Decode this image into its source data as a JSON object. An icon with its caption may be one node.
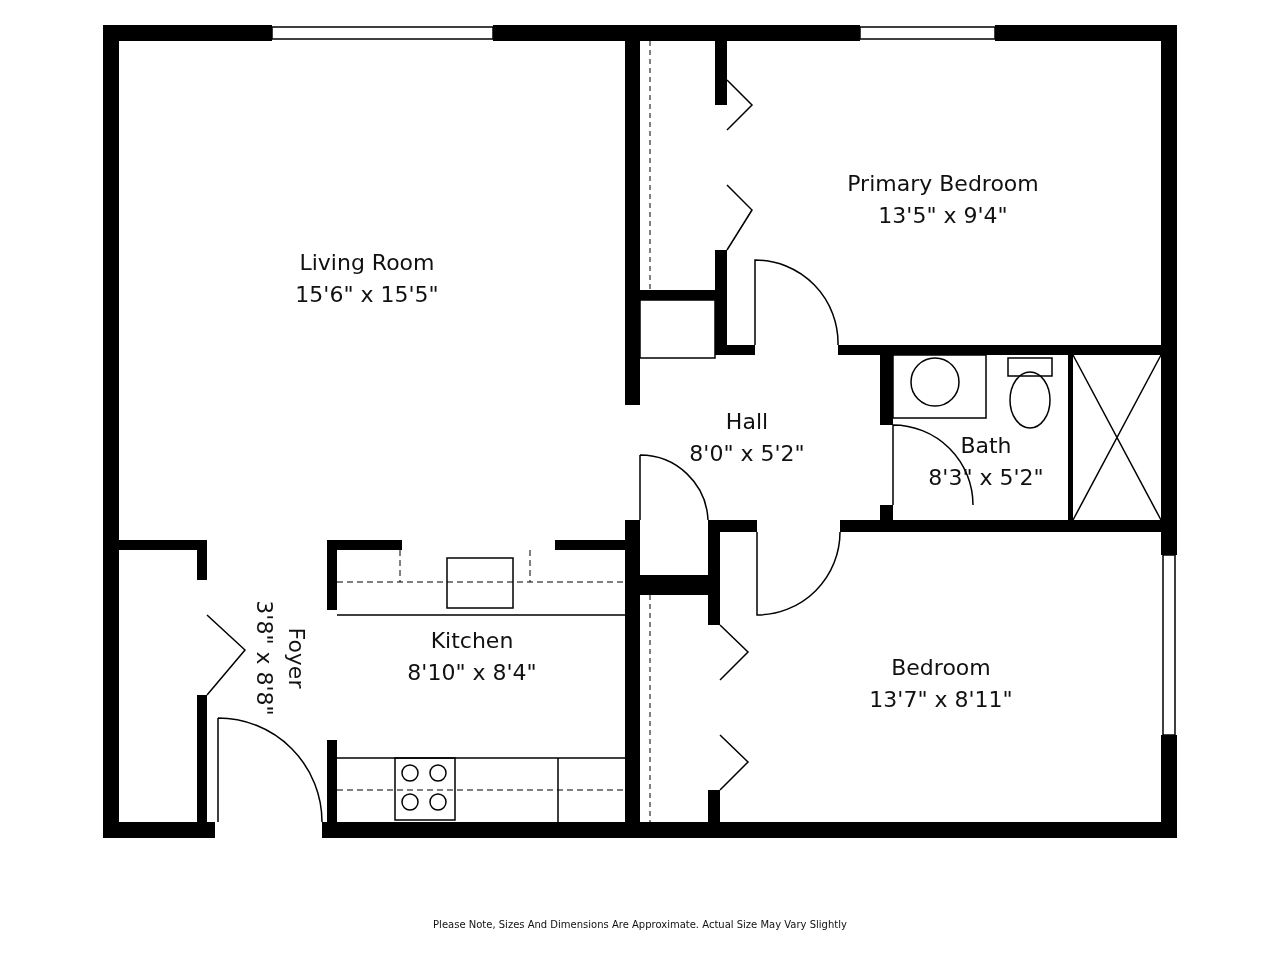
{
  "diagram": {
    "caption": "Please Note, Sizes And Dimensions Are Approximate. Actual Size May Vary Slightly",
    "nodes": [
      {
        "text": [
          "Living Room",
          "15'6\" x 15'5\""
        ]
      },
      {
        "text": [
          "Primary Bedroom",
          "13'5\" x 9'4\""
        ]
      },
      {
        "text": [
          "Hall",
          "8'0\" x 5'2\""
        ]
      },
      {
        "text": [
          "Bath",
          "8'3\" x 5'2\""
        ]
      },
      {
        "text": [
          "Foyer",
          "3'8\" x 8'8\""
        ]
      },
      {
        "text": [
          "Kitchen",
          "8'10\" x 8'4\""
        ]
      },
      {
        "text": [
          "Bedroom",
          "13'7\" x 8'11\""
        ]
      }
    ],
    "edges": []
  }
}
